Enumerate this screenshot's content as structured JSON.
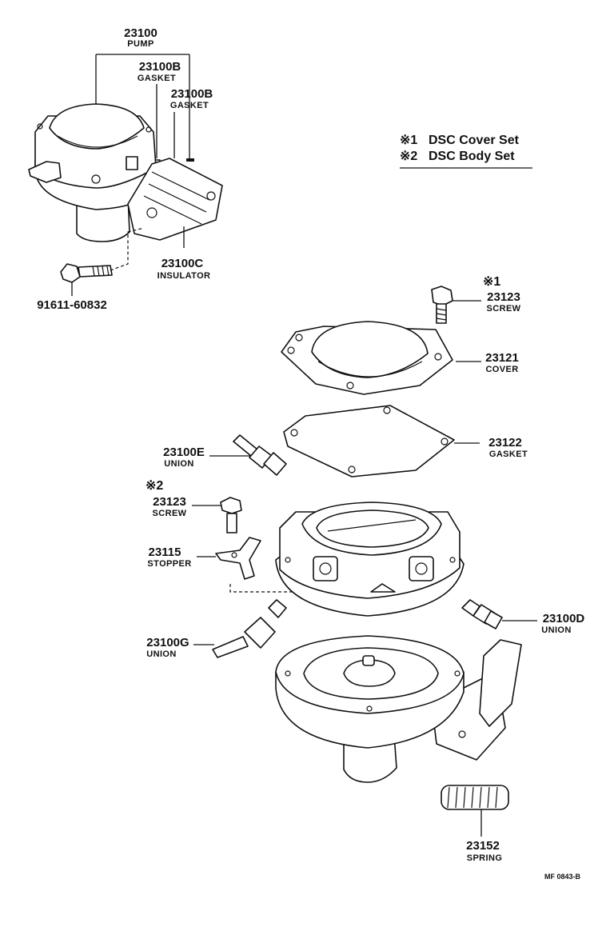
{
  "legend": {
    "items": [
      {
        "mark": "※1",
        "text": "DSC Cover Set"
      },
      {
        "mark": "※2",
        "text": "DSC Body Set"
      }
    ]
  },
  "parts": {
    "pump": {
      "number": "23100",
      "name": "PUMP"
    },
    "gasket_1": {
      "number": "23100B",
      "name": "GASKET"
    },
    "gasket_2": {
      "number": "23100B",
      "name": "GASKET"
    },
    "insulator": {
      "number": "23100C",
      "name": "INSULATOR"
    },
    "bolt": {
      "number": "91611-60832"
    },
    "cover_screw": {
      "mark": "※1",
      "number": "23123",
      "name": "SCREW"
    },
    "cover": {
      "number": "23121",
      "name": "COVER"
    },
    "cover_gasket": {
      "number": "23122",
      "name": "GASKET"
    },
    "union_e": {
      "number": "23100E",
      "name": "UNION"
    },
    "body_screw": {
      "mark": "※2",
      "number": "23123",
      "name": "SCREW"
    },
    "stopper": {
      "number": "23115",
      "name": "STOPPER"
    },
    "union_d": {
      "number": "23100D",
      "name": "UNION"
    },
    "union_g": {
      "number": "23100G",
      "name": "UNION"
    },
    "spring": {
      "number": "23152",
      "name": "SPRING"
    }
  },
  "drawing_code": "MF 0843-B"
}
